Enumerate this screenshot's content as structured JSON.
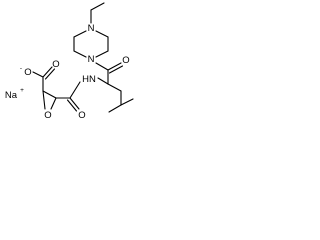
{
  "atoms": {
    "piperazine_n_top": "N",
    "piperazine_n_bottom": "N",
    "ketone_o": "O",
    "amide_nh": "HN",
    "amide_o": "O",
    "epoxide_o": "O",
    "carboxylate_o": "O",
    "carbonyl_o": "O",
    "sodium": "Na"
  },
  "charges": {
    "carboxylate": "-",
    "sodium": "+"
  }
}
